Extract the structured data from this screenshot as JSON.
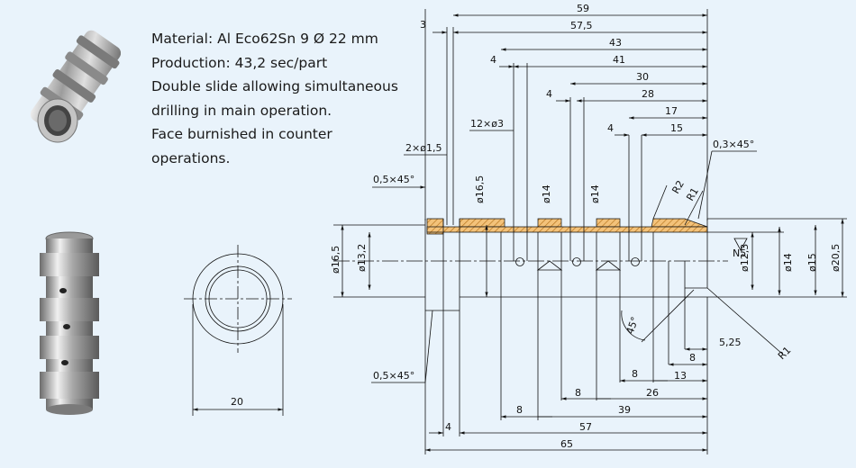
{
  "description": [
    "Material: Al Eco62Sn 9 Ø 22 mm",
    "Production: 43,2 sec/part",
    "Double slide allowing simultaneous",
    "drilling in main operation.",
    "Face burnished in counter",
    "operations."
  ],
  "end_view": {
    "width_dim": "20"
  },
  "dims_top": [
    "59",
    "57,5",
    "43",
    "41",
    "30",
    "28",
    "17",
    "15",
    "3",
    "4",
    "4",
    "4"
  ],
  "hole_notes": {
    "drill_12": "12×ø3",
    "drill_2": "2×ø1,5",
    "chamfer_03": "0,3×45°",
    "chamfer_05_top": "0,5×45°",
    "chamfer_05_bottom": "0,5×45°",
    "r2": "R2",
    "r1_top": "R1",
    "r1_bottom": "R1",
    "surface": "N5",
    "angle": "45°"
  },
  "diameters": {
    "d165_left": "ø16,5",
    "d132": "ø13,2",
    "d165_mid": "ø16,5",
    "d14_a": "ø14",
    "d14_b": "ø14",
    "d123": "ø12,3",
    "d14_right": "ø14",
    "d15": "ø15",
    "d205": "ø20,5"
  },
  "dims_bottom": [
    "4",
    "8",
    "57",
    "65",
    "8",
    "39",
    "8",
    "26",
    "13",
    "8",
    "5,25"
  ],
  "colors": {
    "background": "#e9f3fb",
    "line": "#111111",
    "hatch": "#e2a34a"
  }
}
